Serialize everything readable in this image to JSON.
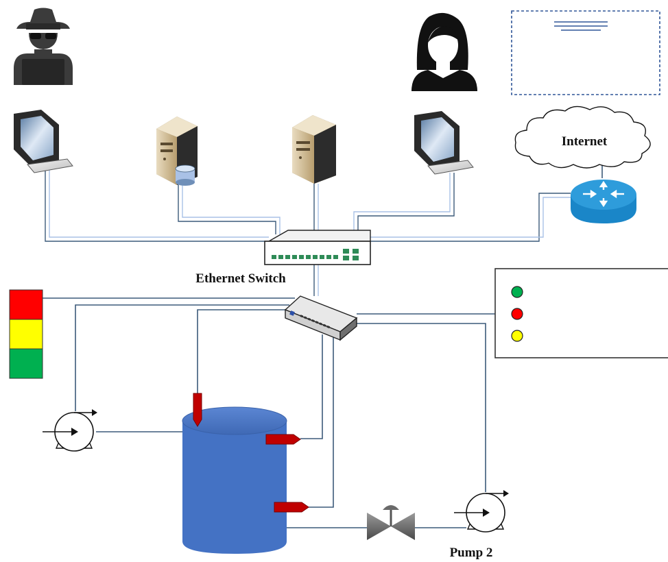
{
  "labels": {
    "internet": "Internet",
    "ethernet_switch": "Ethernet Switch",
    "pump2": "Pump 2"
  },
  "colors": {
    "tank": "#4472C4",
    "link_dark": "#3C5A7A",
    "link_light": "#A9C1E6",
    "sensor": "#C00000",
    "router": "#2E9CDB",
    "stack_red": "#FF0000",
    "stack_yellow": "#FFFF00",
    "stack_green": "#00B050",
    "indicator_green": "#00B050",
    "indicator_red": "#FF0000",
    "indicator_yellow": "#FFFF00"
  },
  "icons": [
    "attacker-icon",
    "operator-icon",
    "workstation-icon",
    "database-server-icon",
    "server-icon",
    "engineering-workstation-icon",
    "internet-cloud-icon",
    "router-icon",
    "ethernet-switch-icon",
    "industrial-switch-icon",
    "signal-tower-icon",
    "pump-icon",
    "valve-icon",
    "tank-icon"
  ]
}
